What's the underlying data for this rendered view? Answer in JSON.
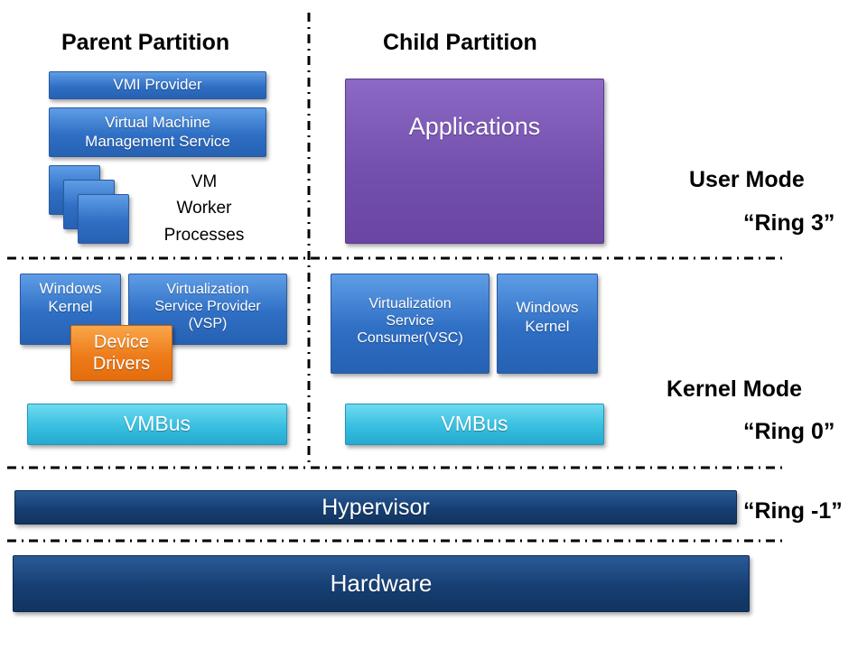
{
  "headings": {
    "parent": "Parent Partition",
    "child": "Child Partition"
  },
  "modes": {
    "user_mode": "User Mode",
    "ring3": "“Ring 3”",
    "kernel_mode": "Kernel Mode",
    "ring0": "“Ring 0”",
    "ring_neg1": "“Ring -1”"
  },
  "parent": {
    "vmi_provider": "VMI Provider",
    "vmms": "Virtual Machine\nManagement Service",
    "vm_worker": "VM\nWorker\nProcesses",
    "windows_kernel": "Windows\nKernel",
    "vsp": "Virtualization\nService Provider\n(VSP)",
    "device_drivers": "Device\nDrivers",
    "vmbus": "VMBus"
  },
  "child": {
    "applications": "Applications",
    "vsc": "Virtualization\nService\nConsumer(VSC)",
    "windows_kernel": "Windows\nKernel",
    "vmbus": "VMBus"
  },
  "hypervisor": "Hypervisor",
  "hardware": "Hardware",
  "colors": {
    "blue": "#2f6fc4",
    "cyan": "#38bfe0",
    "orange": "#ee7c1b",
    "purple": "#7450ae",
    "navy": "#163f73"
  }
}
